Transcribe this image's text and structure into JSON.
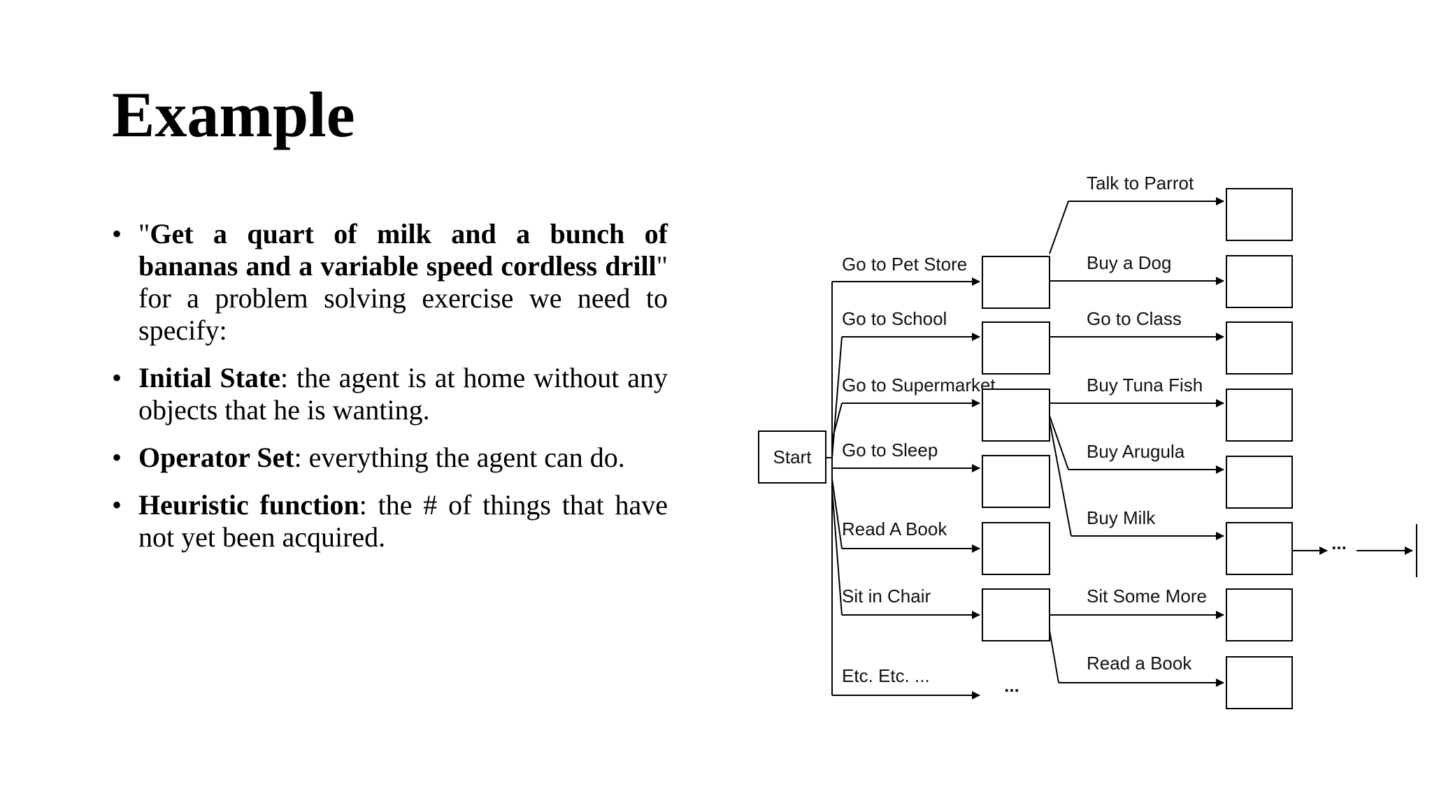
{
  "slide": {
    "title": "Example"
  },
  "bullets": [
    {
      "bold_lead": "",
      "segments": [
        {
          "text": "\"",
          "bold": false
        },
        {
          "text": "Get a quart of milk and a bunch of bananas and a variable speed cordless drill",
          "bold": true
        },
        {
          "text": "\" for a problem solving exercise we need to specify:",
          "bold": false
        }
      ]
    },
    {
      "segments": [
        {
          "text": "Initial State",
          "bold": true
        },
        {
          "text": ": the agent is at home without any objects that he is wanting.",
          "bold": false
        }
      ]
    },
    {
      "segments": [
        {
          "text": "Operator Set",
          "bold": true
        },
        {
          "text": ": everything the agent can do.",
          "bold": false
        }
      ]
    },
    {
      "segments": [
        {
          "text": "Heuristic function",
          "bold": true
        },
        {
          "text": ": the # of things that have not yet been acquired.",
          "bold": false
        }
      ]
    }
  ],
  "diagram": {
    "start_label": "Start",
    "level1_labels": [
      "Go to Pet Store",
      "Go to School",
      "Go to Supermarket",
      "Go to Sleep",
      "Read A Book",
      "Sit in Chair",
      "Etc. Etc. ..."
    ],
    "level2_labels": [
      "Talk to Parrot",
      "Buy a Dog",
      "Go to Class",
      "Buy Tuna Fish",
      "Buy Arugula",
      "Buy Milk",
      "Sit Some More",
      "Read a Book"
    ],
    "ellipsis": "..."
  }
}
